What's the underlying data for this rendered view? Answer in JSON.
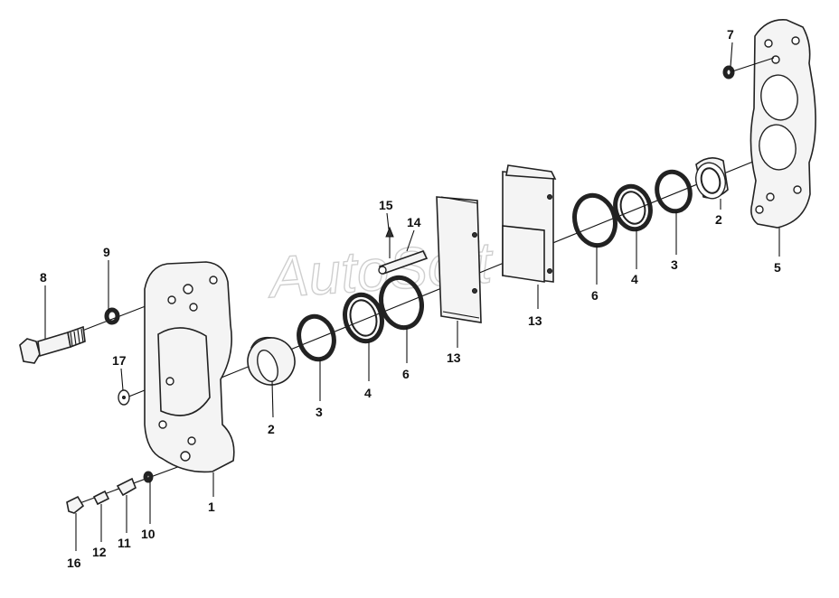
{
  "watermark": {
    "line1": "AutoSoft"
  },
  "labels": {
    "l1": "1",
    "l2a": "2",
    "l2b": "2",
    "l3a": "3",
    "l3b": "3",
    "l4a": "4",
    "l4b": "4",
    "l5": "5",
    "l6a": "6",
    "l6b": "6",
    "l7": "7",
    "l8": "8",
    "l9": "9",
    "l10": "10",
    "l11": "11",
    "l12": "12",
    "l13a": "13",
    "l13b": "13",
    "l14": "14",
    "l15": "15",
    "l16": "16",
    "l17": "17"
  }
}
